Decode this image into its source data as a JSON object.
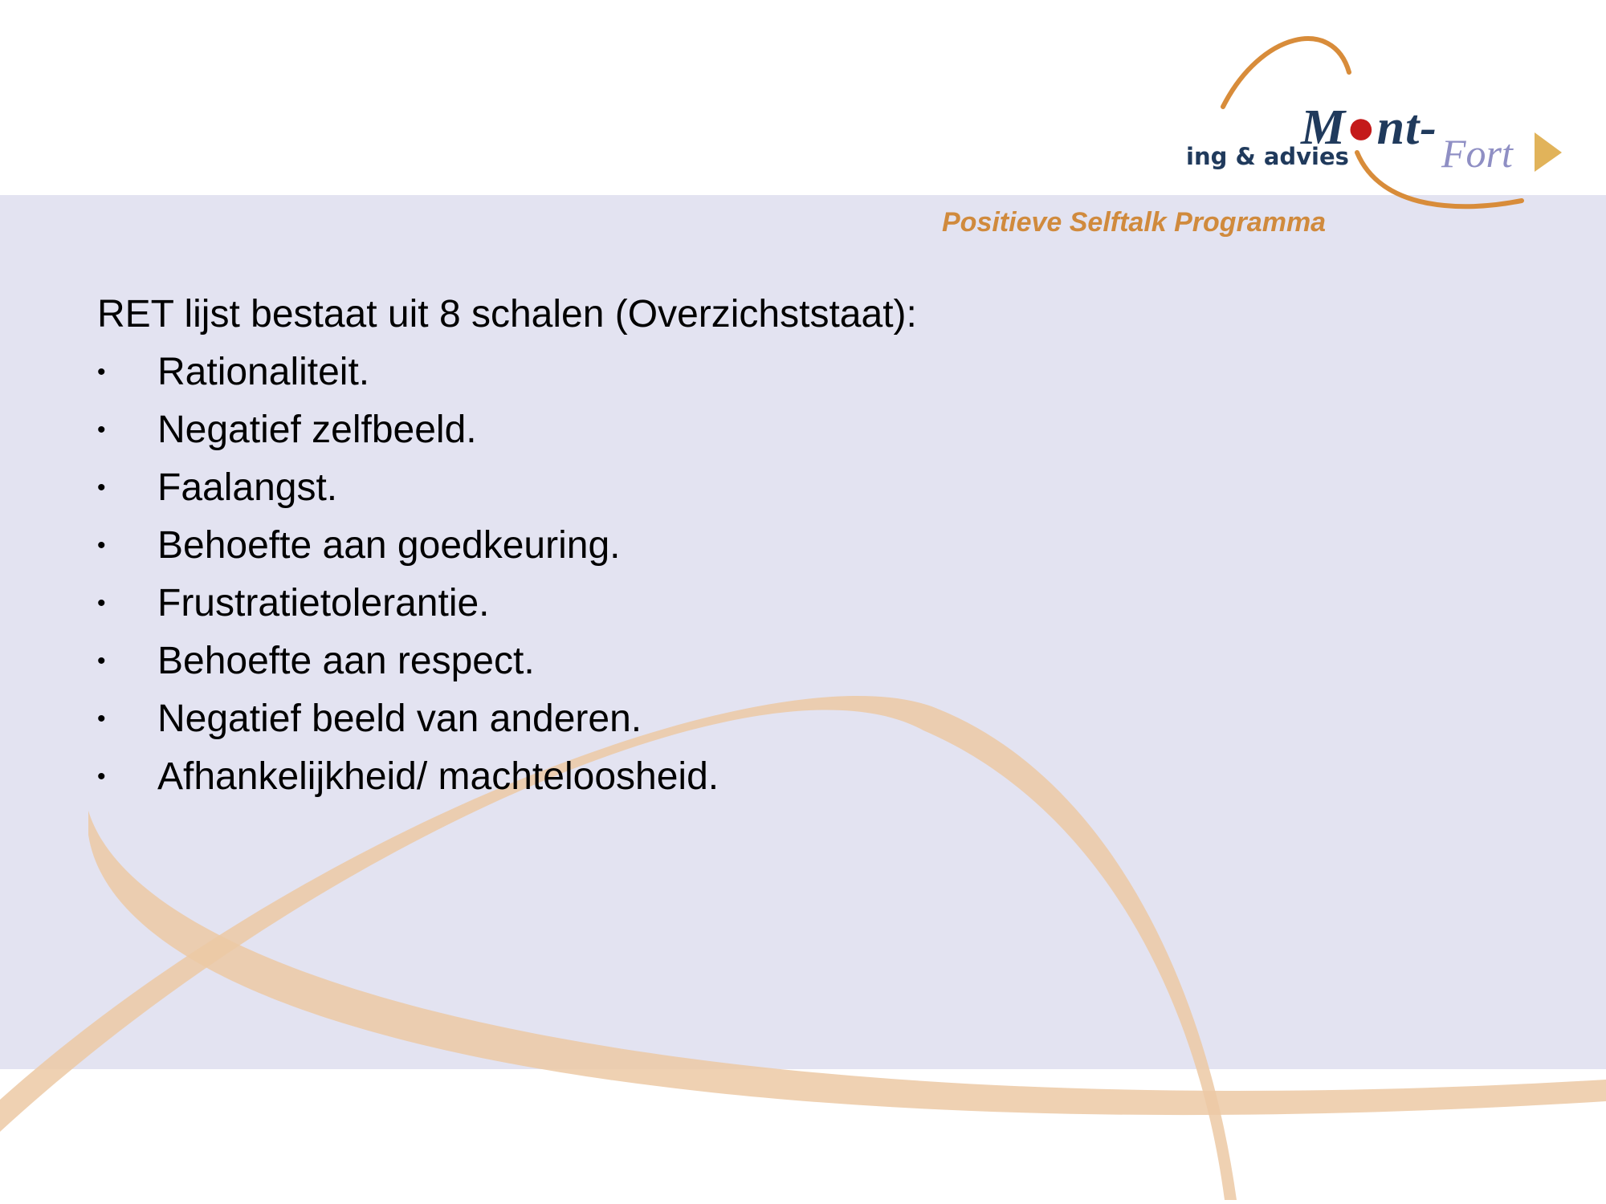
{
  "logo": {
    "mont": "M•nt-",
    "fort": "Fort",
    "tagline": "ing & advies"
  },
  "program_title": "Positieve Selftalk Programma",
  "intro": "RET lijst bestaat uit 8 schalen (Overzichststaat):",
  "bullet_symbol": "•",
  "scales": [
    "Rationaliteit.",
    "Negatief zelfbeeld.",
    "Faalangst.",
    "Behoefte aan goedkeuring.",
    "Frustratietolerantie.",
    "Behoefte aan respect.",
    "Negatief beeld van anderen.",
    "Afhankelijkheid/ machteloosheid."
  ],
  "colors": {
    "band": "#e3e3f1",
    "swoosh": "#ecc9a4",
    "logo_arc": "#d88c3a",
    "logo_dot": "#c41a1a",
    "logo_navy": "#203a5c",
    "logo_lavender": "#8f8fc4",
    "title_orange": "#d08a3d"
  }
}
